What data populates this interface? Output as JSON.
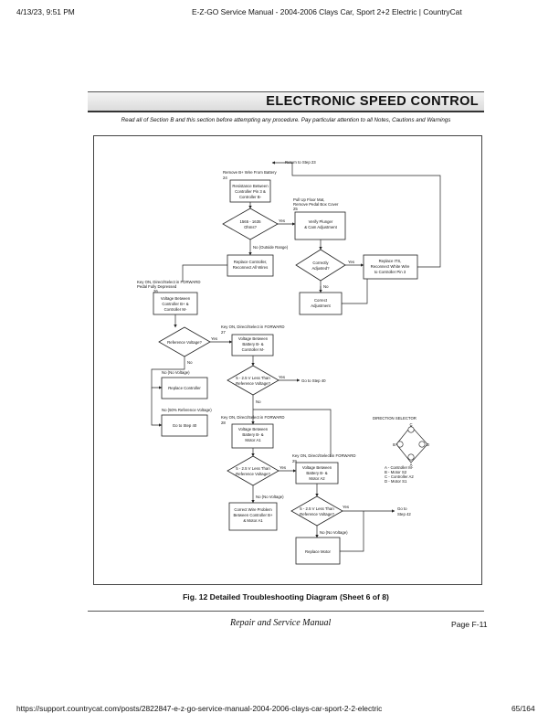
{
  "browser_header": {
    "datetime": "4/13/23, 9:51 PM",
    "title": "E-Z-GO Service Manual - 2004-2006 Clays Car, Sport 2+2 Electric | CountryCat"
  },
  "banner": {
    "title": "ELECTRONIC SPEED CONTROL"
  },
  "section_note": "Read all of Section B and this section before attempting any procedure. Pay particular attention to all Notes, Cautions and Warnings",
  "flowchart": {
    "return_label": "Return to Step 23",
    "step24_title": "Remove B+ Wire From Battery",
    "step24_num": "24",
    "step24_box": [
      "Resistance Between",
      "Controller Pin 3 &",
      "Controller B-"
    ],
    "ohms_diamond": [
      "1565 - 1635",
      "Ohms?"
    ],
    "yes": "Yes",
    "no": "No",
    "no_outside": "No (Outside Range)",
    "replace_controller_box": [
      "Replace Controller,",
      "Reconnect All Wires"
    ],
    "step25_title": [
      "Pull Up Floor Mat,",
      "Remove Pedal Box Cover"
    ],
    "step25_num": "25",
    "verify_box": [
      "Verify Plunger",
      "& Cam Adjustment"
    ],
    "correctly_diamond": [
      "Correctly",
      "Adjusted?"
    ],
    "replace_its_box": [
      "Replace ITS,",
      "Reconnect White Wire",
      "to Controller Pin 3"
    ],
    "correct_box": [
      "Correct",
      "Adjustment"
    ],
    "step26_title": [
      "Key ON, Direct/Select in FORWARD",
      "Pedal Fully Depressed"
    ],
    "step26_num": "26",
    "voltage26_box": [
      "Voltage Between",
      "Controller B+ &",
      "Controller M-"
    ],
    "ref_diamond": "Reference Voltage?",
    "no_voltage": "No (No Voltage)",
    "replace_controller2": "Replace Controller",
    "no_50": "No (50% Reference Voltage)",
    "go_step40_box": "Go to Step 40",
    "step27_title": "Key ON, Direct/Select in FORWARD",
    "step27_num": "27",
    "voltage27_box": [
      "Voltage Between",
      "Battery B- &",
      "Controller M-"
    ],
    "less27_diamond": [
      "5 - 2.5 V Less Than",
      "Reference Voltage?"
    ],
    "go_step40_a": "Go to Step 40",
    "step28_title": "Key ON, Direct/Select in FORWARD",
    "step28_num": "28",
    "voltage28_box": [
      "Voltage Between",
      "Battery B- &",
      "Motor A1"
    ],
    "less28_diamond": [
      "5 - 2.5 V Less Than",
      "Reference Voltage?"
    ],
    "no_no_voltage_28": "No (No Voltage)",
    "correct_wire_box": [
      "Correct Wire Problem",
      "Between Controller B+",
      "& Motor A1"
    ],
    "step29_title": "Key ON, Direct/Select in FORWARD",
    "step29_num": "29",
    "voltage29_box": [
      "Voltage Between",
      "Battery B- &",
      "Motor A2"
    ],
    "less29_diamond": [
      "5 - 2.5 V Less Than",
      "Reference Voltage?"
    ],
    "go_step42": [
      "Go to",
      "Step 42"
    ],
    "no_no_voltage_29": "No (No Voltage)",
    "replace_motor_box": "Replace Motor",
    "direction_selector": {
      "title": "DIRECTION SELECTOR",
      "terminals": [
        "C",
        "B",
        "D",
        "A"
      ],
      "legend": [
        "A - Controller M-",
        "B - Motor S2",
        "C - Controller A2",
        "D - Motor S1"
      ]
    }
  },
  "figure_caption": "Fig. 12  Detailed Troubleshooting Diagram (Sheet 6 of 8)",
  "manual_footer": "Repair and Service Manual",
  "page_number": "Page F-11",
  "browser_footer": {
    "url": "https://support.countrycat.com/posts/2822847-e-z-go-service-manual-2004-2006-clays-car-sport-2-2-electric",
    "page_count": "65/164"
  }
}
